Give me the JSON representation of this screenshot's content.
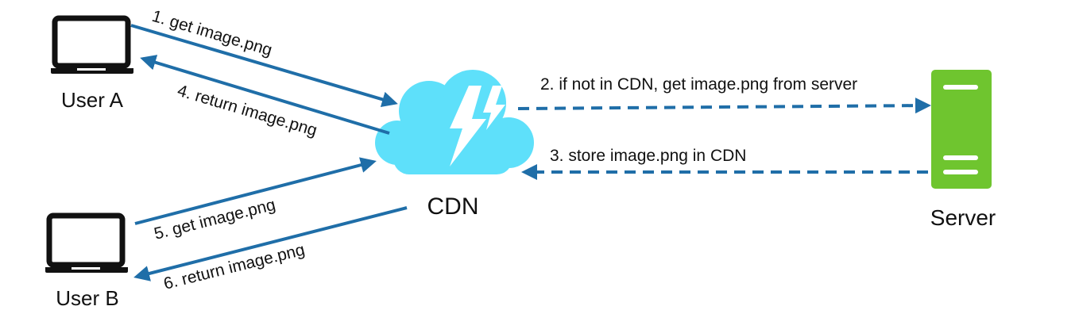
{
  "nodes": {
    "user_a": {
      "label": "User A",
      "icon": "laptop-icon"
    },
    "user_b": {
      "label": "User B",
      "icon": "laptop-icon"
    },
    "cdn": {
      "label": "CDN",
      "icon": "cloud-lightning-icon"
    },
    "server": {
      "label": "Server",
      "icon": "server-icon"
    }
  },
  "edges": [
    {
      "step": 1,
      "label": "1. get image.png",
      "from": "User A",
      "to": "CDN",
      "style": "solid"
    },
    {
      "step": 2,
      "label": "2. if not in CDN, get image.png from server",
      "from": "CDN",
      "to": "Server",
      "style": "dashed"
    },
    {
      "step": 3,
      "label": "3. store image.png in CDN",
      "from": "Server",
      "to": "CDN",
      "style": "dashed"
    },
    {
      "step": 4,
      "label": "4. return image.png",
      "from": "CDN",
      "to": "User A",
      "style": "solid"
    },
    {
      "step": 5,
      "label": "5. get image.png",
      "from": "User B",
      "to": "CDN",
      "style": "solid"
    },
    {
      "step": 6,
      "label": "6. return image.png",
      "from": "CDN",
      "to": "User B",
      "style": "solid"
    }
  ],
  "colors": {
    "arrow": "#1f6ea8",
    "cloud": "#5ee0fa",
    "server": "#6fc52f",
    "laptop": "#111111",
    "text": "#111111"
  }
}
